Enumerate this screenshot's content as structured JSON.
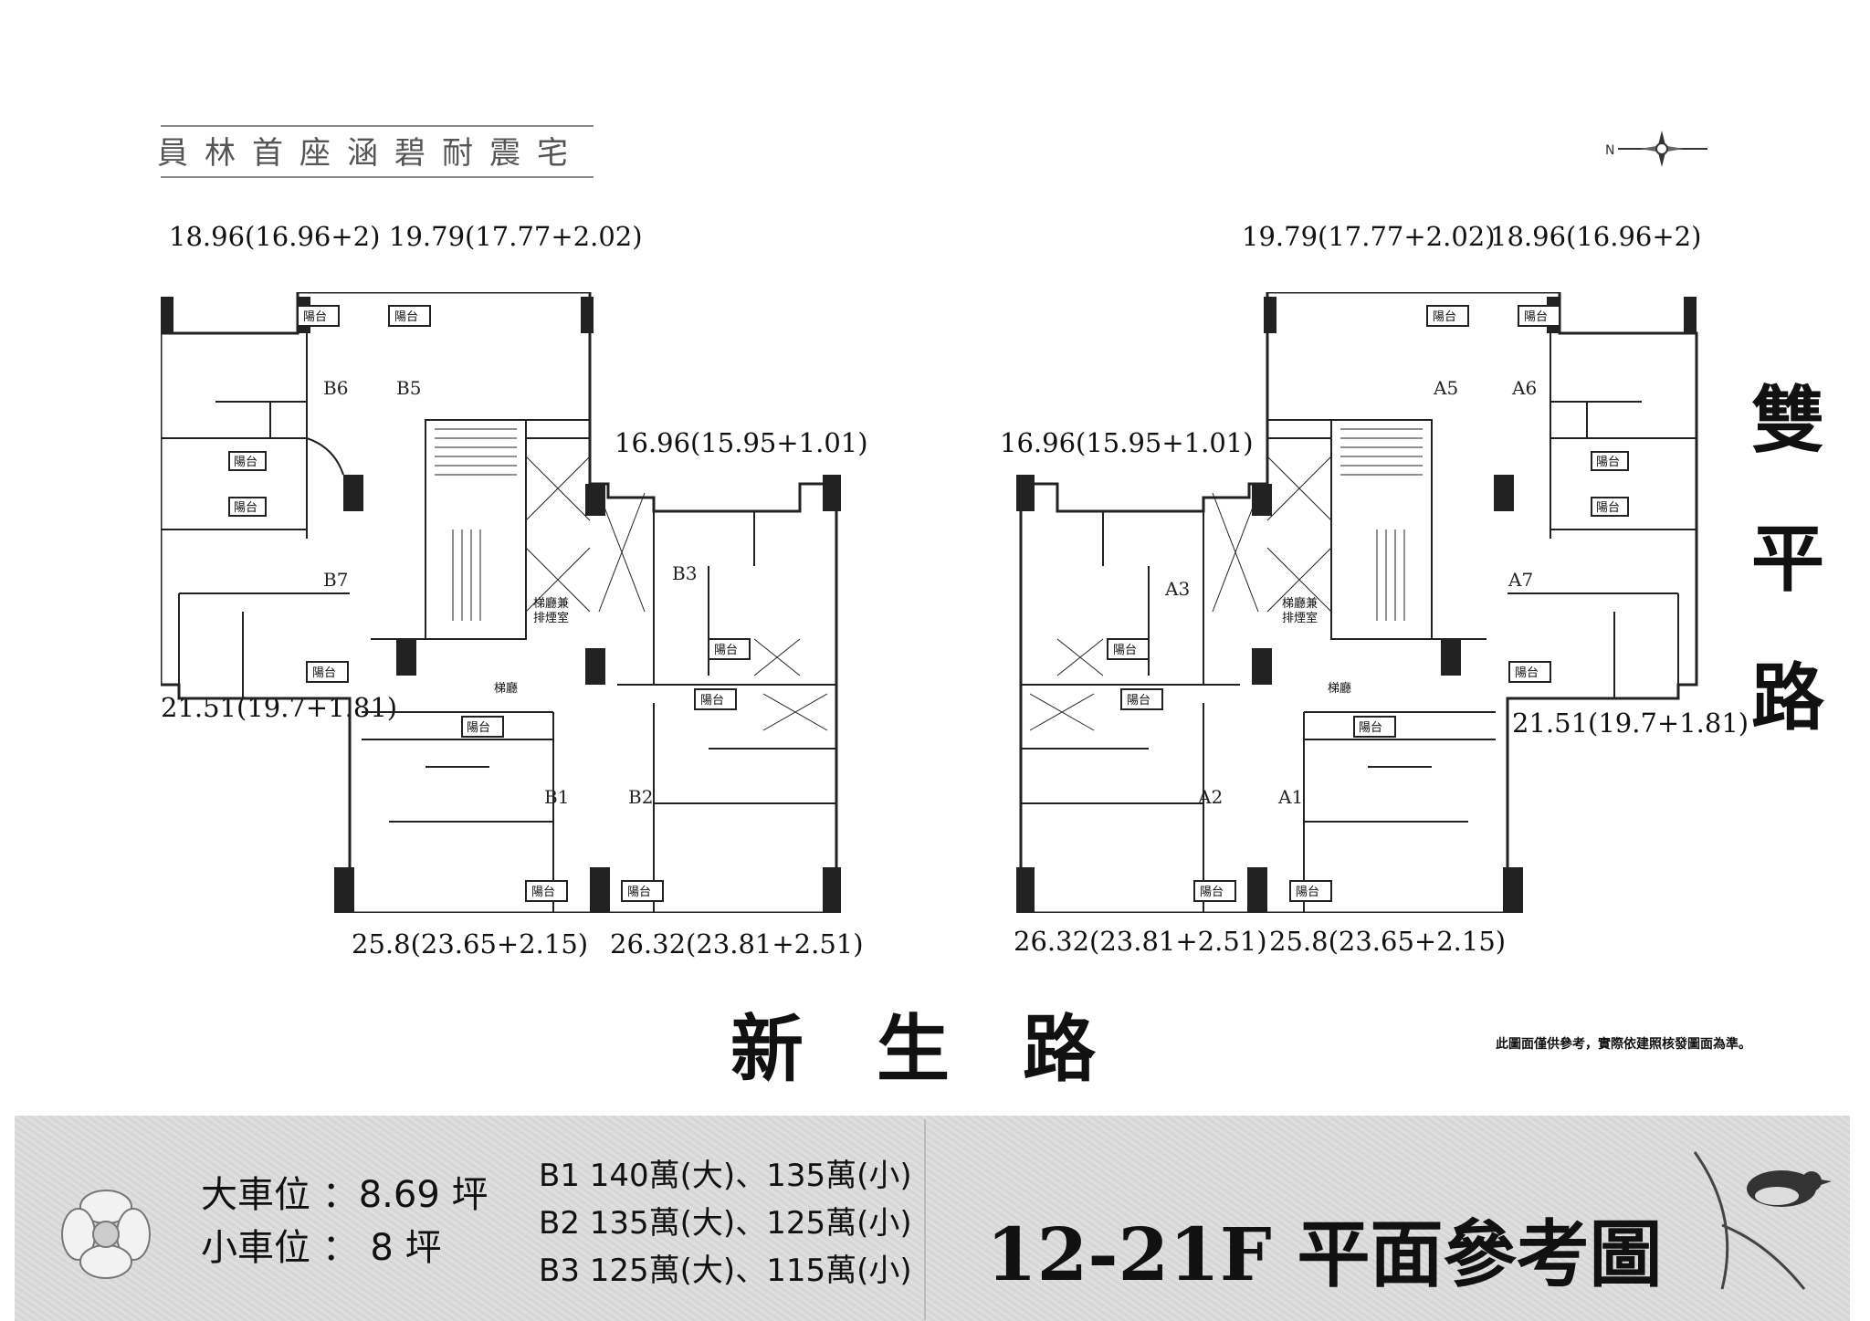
{
  "slogan": "員林首座涵碧耐震宅",
  "compass": {
    "icon": "compass-north-icon",
    "label": "N"
  },
  "left_building": {
    "areas": {
      "b6_top": "18.96(16.96+2)",
      "b5_top": "19.79(17.77+2.02)",
      "b3_right": "16.96(15.95+1.01)",
      "b7_left": "21.51(19.7+1.81)",
      "b1_bottom": "25.8(23.65+2.15)",
      "b2_bottom": "26.32(23.81+2.51)"
    },
    "units": [
      "B6",
      "B5",
      "B7",
      "B3",
      "B1",
      "B2"
    ],
    "rooms": {
      "balcony": "陽台",
      "stair_smoke": "梯廳兼\n排煙室",
      "stair_hall": "梯廳"
    }
  },
  "right_building": {
    "areas": {
      "a5_top": "19.79(17.77+2.02)",
      "a6_top": "18.96(16.96+2)",
      "a3_left": "16.96(15.95+1.01)",
      "a7_right": "21.51(19.7+1.81)",
      "a2_bottom": "26.32(23.81+2.51)",
      "a1_bottom": "25.8(23.65+2.15)"
    },
    "units": [
      "A5",
      "A6",
      "A3",
      "A7",
      "A2",
      "A1"
    ],
    "rooms": {
      "balcony": "陽台",
      "stair_smoke": "梯廳兼\n排煙室",
      "stair_hall": "梯廳"
    }
  },
  "streets": {
    "vertical": [
      "雙",
      "平",
      "路"
    ],
    "horizontal": "新生路"
  },
  "disclaimer": "此圖面僅供參考，實際依建照核發圖面為準。",
  "footer": {
    "parking": [
      "大車位 ：8.69 坪",
      "小車位 ：  8 坪"
    ],
    "prices": [
      "B1  140萬(大)、135萬(小)",
      "B2  135萬(大)、125萬(小)",
      "B3  125萬(大)、115萬(小)"
    ],
    "title": "12-21F 平面參考圖"
  }
}
